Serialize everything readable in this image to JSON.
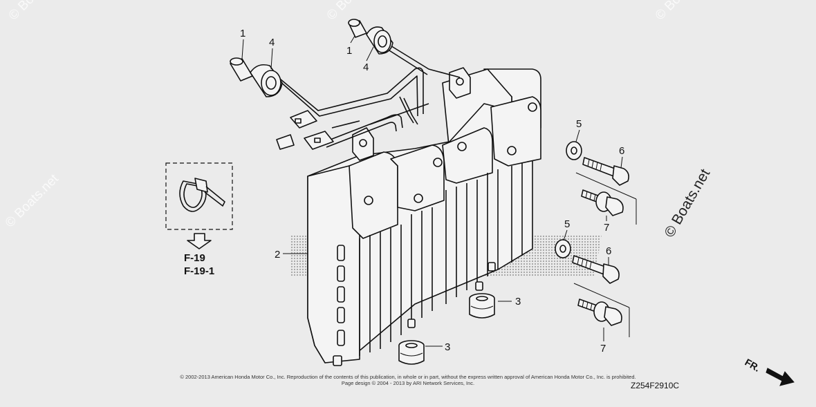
{
  "watermarks": {
    "main": "© Boats.net",
    "faint": "© Boats.net"
  },
  "callouts": [
    {
      "id": "c1a",
      "text": "1"
    },
    {
      "id": "c4a",
      "text": "4"
    },
    {
      "id": "c1b",
      "text": "1"
    },
    {
      "id": "c4b",
      "text": "4"
    },
    {
      "id": "c5a",
      "text": "5"
    },
    {
      "id": "c6a",
      "text": "6"
    },
    {
      "id": "c7a",
      "text": "7"
    },
    {
      "id": "c2",
      "text": "2"
    },
    {
      "id": "c5b",
      "text": "5"
    },
    {
      "id": "c6b",
      "text": "6"
    },
    {
      "id": "c3a",
      "text": "3"
    },
    {
      "id": "c3b",
      "text": "3"
    },
    {
      "id": "c7b",
      "text": "7"
    }
  ],
  "references": [
    "F-19",
    "F-19-1"
  ],
  "footer": {
    "copyright_line1": "© 2002-2013 American Honda Motor Co., Inc. Reproduction of the contents of this publication, in whole or in part, without the express written approval of American Honda Motor Co., Inc. is prohibited.",
    "copyright_line2": "Page design © 2004 - 2013 by ARI Network Services, Inc.",
    "diagram_code": "Z254F2910C"
  },
  "direction_label": "FR."
}
